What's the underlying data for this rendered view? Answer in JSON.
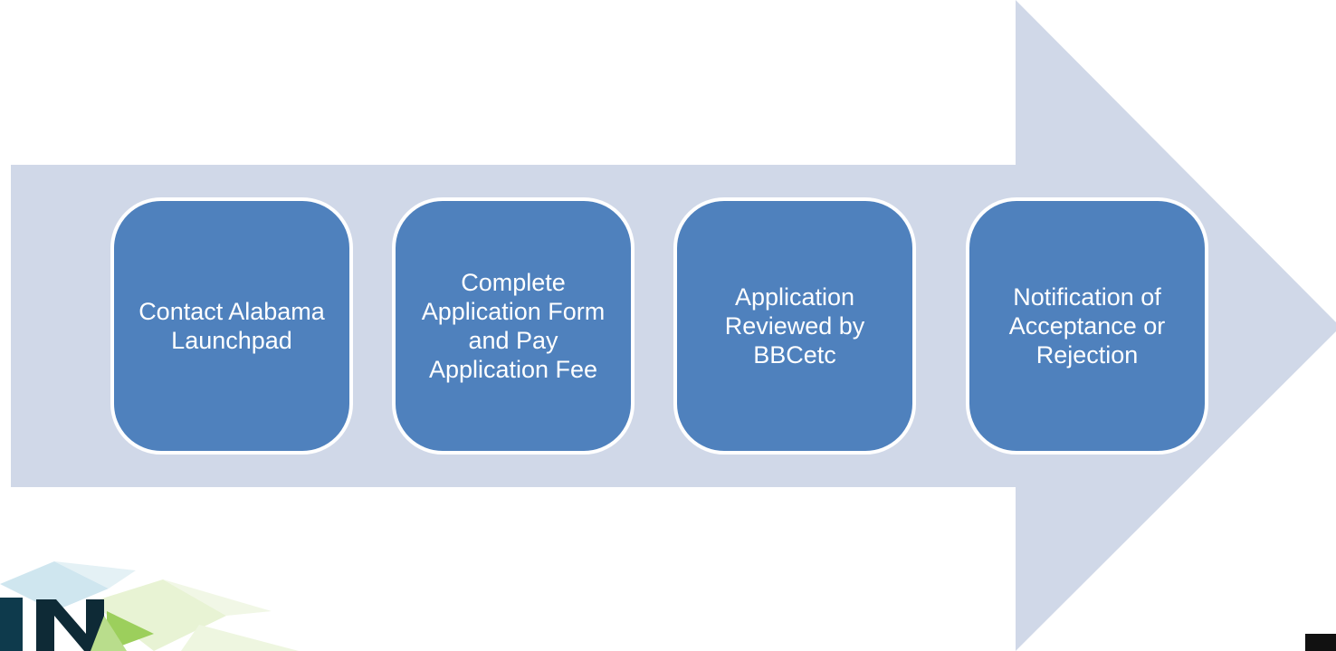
{
  "colors": {
    "arrow_fill": "#d0d8e8",
    "step_fill": "#4f81bd",
    "step_border": "#ffffff",
    "step_text": "#ffffff"
  },
  "steps": [
    {
      "label": "Contact Alabama Launchpad"
    },
    {
      "label": "Complete Application Form and Pay Application Fee"
    },
    {
      "label": "Application Reviewed by BBCetc"
    },
    {
      "label": "Notification of Acceptance or Rejection"
    }
  ]
}
